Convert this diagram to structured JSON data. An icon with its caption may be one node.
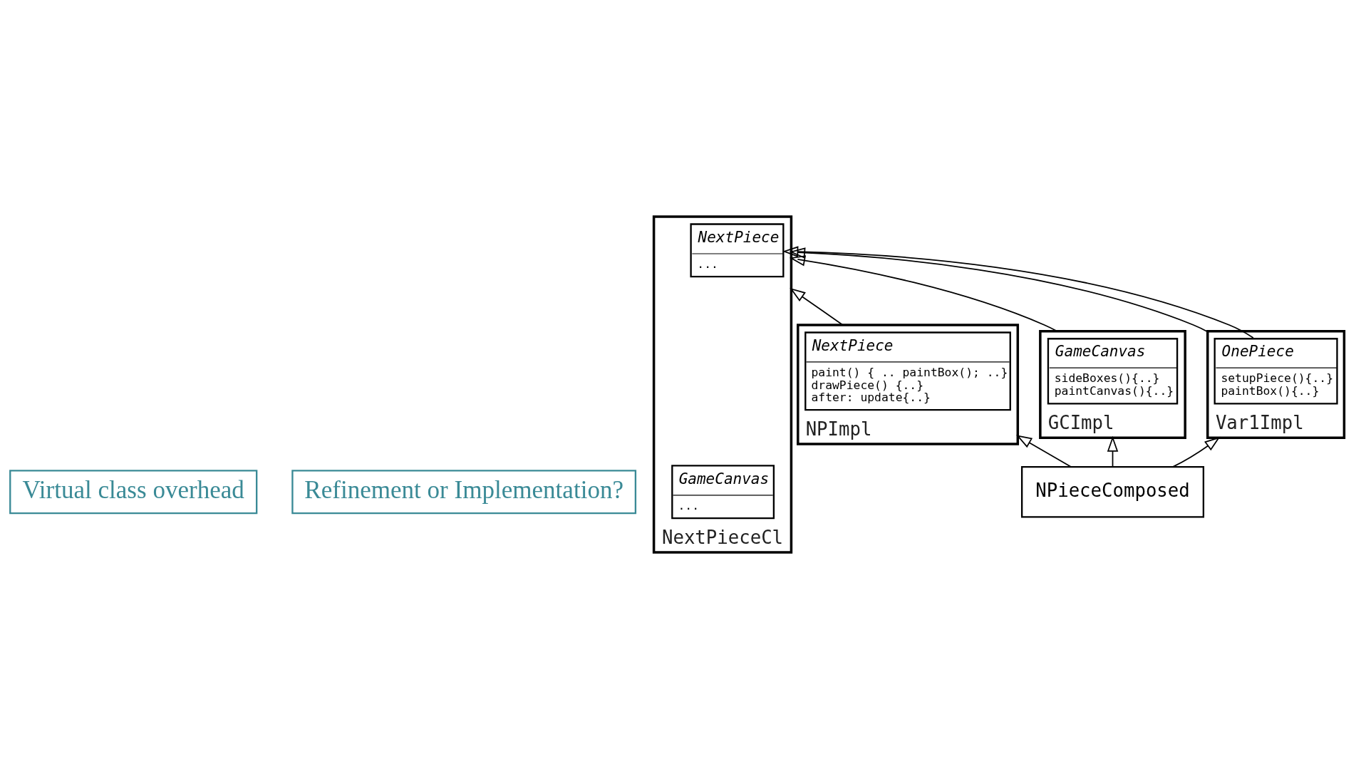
{
  "diagram": {
    "nodes": [
      {
        "text": [
          "Virtual class overhead"
        ]
      },
      {
        "text": [
          "Refinement or Implementation?"
        ]
      },
      {
        "text": [
          "NextPieceCl"
        ]
      },
      {
        "text": [
          "NextPiece",
          "..."
        ],
        "in": 2
      },
      {
        "text": [
          "GameCanvas",
          "..."
        ],
        "in": 2
      },
      {
        "text": [
          "NPImpl"
        ]
      },
      {
        "text": [
          "NextPiece",
          "paint() { .. paintBox(); ..}",
          "drawPiece() {..}",
          "after: update{..}"
        ],
        "in": 5
      },
      {
        "text": [
          "GCImpl"
        ]
      },
      {
        "text": [
          "GameCanvas",
          "sideBoxes(){..}",
          "paintCanvas(){..}"
        ],
        "in": 7
      },
      {
        "text": [
          "Var1Impl"
        ]
      },
      {
        "text": [
          "OnePiece",
          "setupPiece(){..}",
          "paintBox(){..}"
        ],
        "in": 9
      },
      {
        "text": [
          "NPieceComposed"
        ]
      }
    ],
    "edges": [
      {
        "from": 5,
        "to": 2,
        "arrow": "to"
      },
      {
        "from": 7,
        "to": 2,
        "arrow": "to"
      },
      {
        "from": 9,
        "to": 2,
        "arrow": "to"
      },
      {
        "from": 10,
        "to": 3,
        "arrow": "to"
      },
      {
        "from": 11,
        "to": 5,
        "arrow": "to"
      },
      {
        "from": 11,
        "to": 7,
        "arrow": "to"
      },
      {
        "from": 11,
        "to": 9,
        "arrow": "to"
      }
    ]
  }
}
